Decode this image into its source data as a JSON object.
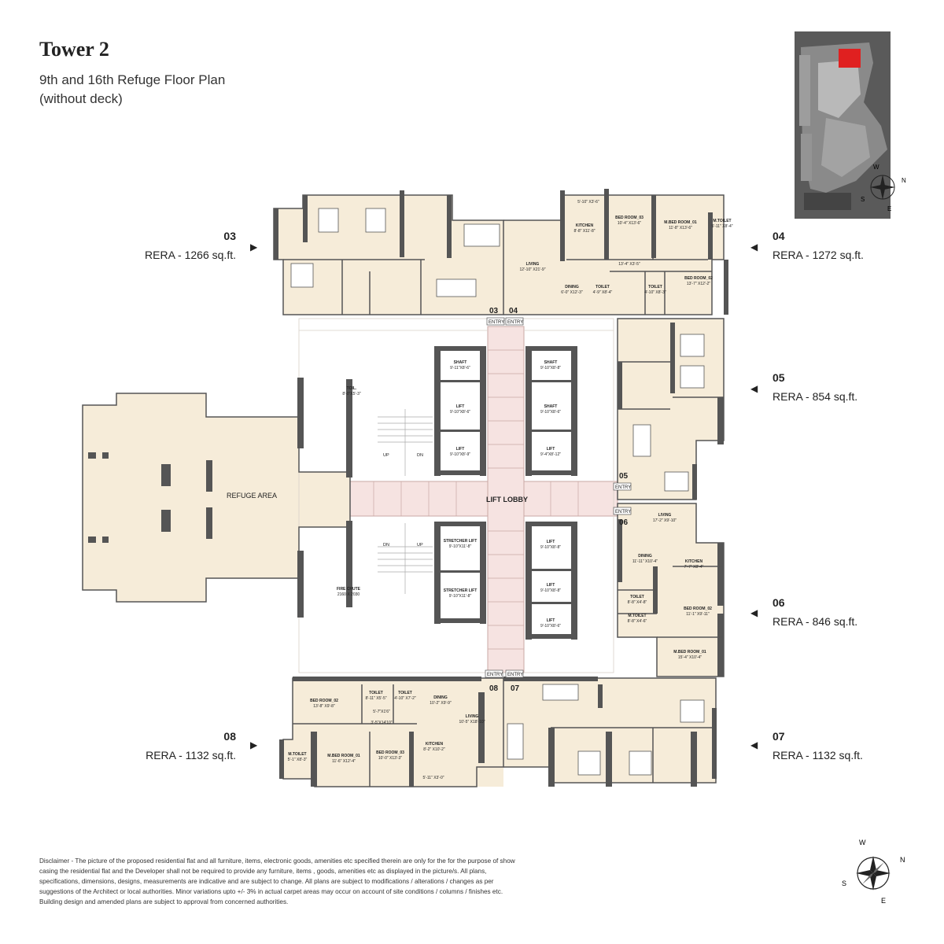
{
  "header": {
    "title": "Tower 2",
    "subtitle_line1": "9th and 16th Refuge Floor Plan",
    "subtitle_line2": "(without deck)"
  },
  "units": {
    "u03": {
      "num": "03",
      "rera": "RERA - 1266 sq.ft."
    },
    "u04": {
      "num": "04",
      "rera": "RERA - 1272 sq.ft."
    },
    "u05": {
      "num": "05",
      "rera": "RERA - 854 sq.ft."
    },
    "u06": {
      "num": "06",
      "rera": "RERA - 846 sq.ft."
    },
    "u07": {
      "num": "07",
      "rera": "RERA - 1132 sq.ft."
    },
    "u08": {
      "num": "08",
      "rera": "RERA - 1132 sq.ft."
    }
  },
  "plan": {
    "refuge_area": "REFUGE AREA",
    "lift_lobby": "LIFT LOBBY",
    "entry": "ENTRY",
    "up": "UP",
    "dn": "DN",
    "core": {
      "toil": "TOIL.",
      "toil_dim": "8'-0\"X5'-3\"",
      "fire_chute": "FIRE CHUTE",
      "fire_chute_dim": "2160 X 2030",
      "shaft_a": "SHAFT",
      "shaft_a_dim": "9'-11\"X8'-6\"",
      "lift_a": "LIFT",
      "lift_a_dim": "9'-10\"X8'-6\"",
      "lift_b": "LIFT",
      "lift_b_dim": "9'-10\"X8'-9\"",
      "shaft_b": "SHAFT",
      "shaft_b_dim": "9'-10\"X8'-8\"",
      "shaft_c": "SHAFT",
      "shaft_c_dim": "9'-10\"X8'-6\"",
      "lift_c": "LIFT",
      "lift_c_dim": "9'-4\"X8'-12\"",
      "stretcher1": "STRETCHER LIFT",
      "stretcher1_dim": "9'-10\"X11'-8\"",
      "stretcher2": "STRETCHER LIFT",
      "stretcher2_dim": "9'-10\"X11'-8\"",
      "lift_d": "LIFT",
      "lift_d_dim": "9'-10\"X8'-8\"",
      "lift_e": "LIFT",
      "lift_e_dim": "9'-10\"X8'-8\"",
      "lift_f": "LIFT",
      "lift_f_dim": "9'-10\"X8'-6\""
    },
    "rooms04": {
      "kitchen": "KITCHEN",
      "kitchen_dim": "8'-8\" X11'-8\"",
      "bed03": "BED ROOM_03",
      "bed03_dim": "10'-4\" X13'-6\"",
      "mbed01": "M.BED ROOM_01",
      "mbed01_dim": "11'-8\" X13'-6\"",
      "mtoilet": "M.TOILET",
      "mtoilet_dim": "5'-11\" X8'-4\"",
      "living": "LIVING",
      "living_dim": "12'-10\" X21'-9\"",
      "dining": "DINING",
      "dining_dim": "6'-0\" X12'-3\"",
      "toilet1": "TOILET",
      "toilet1_dim": "4'-9\" X8'-4\"",
      "toilet2": "TOILET",
      "toilet2_dim": "4'-10\" X8'-3\"",
      "bed02": "BED ROOM_02",
      "bed02_dim": "13'-7\" X12'-2\"",
      "passage_dim": "13'-4\" X3'-5\"",
      "top_dim": "5'-10\" X3'-6\""
    },
    "rooms06": {
      "living": "LIVING",
      "living_dim": "17'-2\" X9'-10\"",
      "dining": "DINING",
      "dining_dim": "11'-11\" X10'-4\"",
      "kitchen": "KITCHEN",
      "kitchen_dim": "7'-7\" X8'-4\"",
      "toilet": "TOILET",
      "toilet_dim": "8'-8\" X4'-8\"",
      "mtoilet": "M.TOILET",
      "mtoilet_dim": "8'-8\" X4'-6\"",
      "bed02": "BED ROOM_02",
      "bed02_dim": "11'-1\" X9'-11\"",
      "mbed01": "M.BED ROOM_01",
      "mbed01_dim": "15'-4\" X10'-4\""
    },
    "rooms08": {
      "bed02": "BED ROOM_02",
      "bed02_dim": "13'-8\" X9'-8\"",
      "toilet1": "TOILET",
      "toilet1_dim": "8'-11\" X5'-5\"",
      "toilet2": "TOILET",
      "toilet2_dim": "4'-10\" X7'-2\"",
      "dining": "DINING",
      "dining_dim": "10'-2\" X9'-9\"",
      "living": "LIVING",
      "living_dim": "10'-5\" X18'-10\"",
      "mtoilet": "M.TOILET",
      "mtoilet_dim": "5'-1\" X8'-3\"",
      "mbed01": "M.BED ROOM_01",
      "mbed01_dim": "11'-6\" X12'-4\"",
      "bed03": "BED ROOM_03",
      "bed03_dim": "10'-0\" X13'-3\"",
      "kitchen": "KITCHEN",
      "kitchen_dim": "8'-2\" X10'-2\"",
      "passage_dim": "3'-5\"X14'10\"",
      "small_dim": "5'-7\"X1'6\"",
      "bottom_dim": "5'-11\" X3'-0\""
    }
  },
  "compass": {
    "n": "N",
    "s": "S",
    "e": "E",
    "w": "W"
  },
  "disclaimer": "Disclaimer - The picture of the proposed residential flat and all furniture, items, electronic goods, amenities etc specified therein are only for the for the purpose of show casing the residential flat and the Developer shall not be required to provide any furniture, items , goods, amenities etc as displayed in the picture/s. All plans, specifications, dimensions, designs, measurements are indicative and are subject to change. All plans are subject to modifications / alterations / changes as per suggestions of the Architect or local authorities. Minor variations upto +/- 3% in actual carpet areas may occur on account of site conditions / columns / finishes etc. Building design and amended plans are subject to approval from concerned authorities.",
  "colors": {
    "floor": "#f6ecd9",
    "wall": "#555555",
    "lobby": "#f6e3e1",
    "highlight": "#e02020"
  }
}
